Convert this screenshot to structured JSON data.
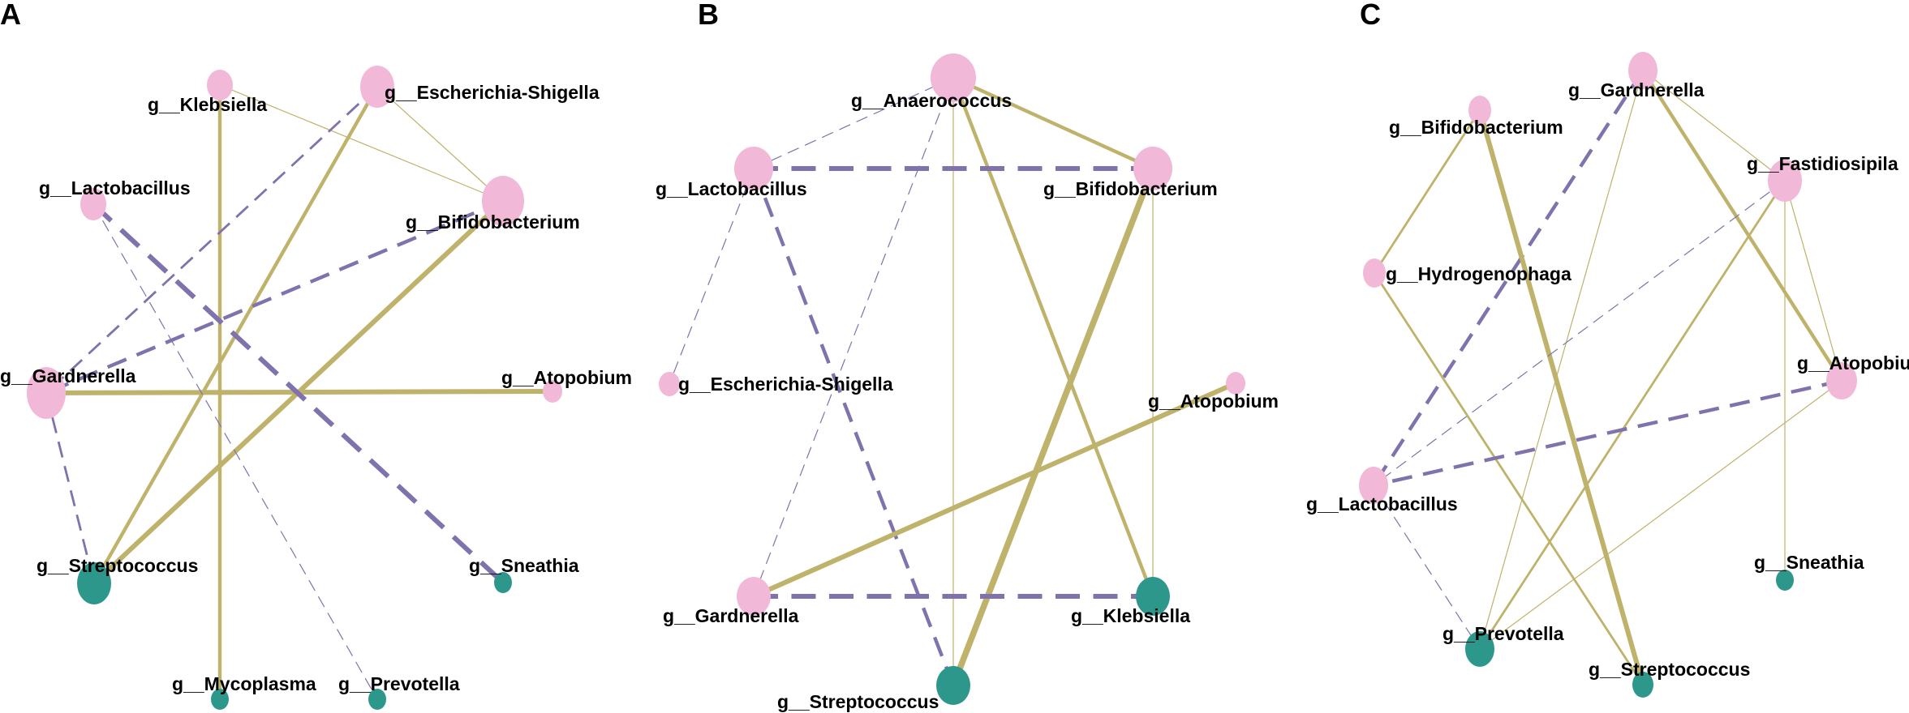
{
  "colors": {
    "positive_edge": "#bfb26b",
    "negative_edge": "#7f72ad",
    "node_pink": "#f2b8d8",
    "node_teal": "#2e978b"
  },
  "panels": [
    {
      "id": "A",
      "letter": "A",
      "nodes": [
        {
          "id": "klebsiella",
          "label": "g__Klebsiella",
          "color": "pink"
        },
        {
          "id": "escherichia",
          "label": "g__Escherichia-Shigella",
          "color": "pink"
        },
        {
          "id": "lactobacillus",
          "label": "g__Lactobacillus",
          "color": "pink"
        },
        {
          "id": "bifidobacterium",
          "label": "g__Bifidobacterium",
          "color": "pink"
        },
        {
          "id": "gardnerella",
          "label": "g__Gardnerella",
          "color": "pink"
        },
        {
          "id": "atopobium",
          "label": "g__Atopobium",
          "color": "pink"
        },
        {
          "id": "streptococcus",
          "label": "g__Streptococcus",
          "color": "teal"
        },
        {
          "id": "sneathia",
          "label": "g__Sneathia",
          "color": "teal"
        },
        {
          "id": "mycoplasma",
          "label": "g__Mycoplasma",
          "color": "teal"
        },
        {
          "id": "prevotella",
          "label": "g__Prevotella",
          "color": "teal"
        }
      ],
      "edges": [
        {
          "source": "klebsiella",
          "target": "mycoplasma",
          "type": "positive",
          "weight": 3
        },
        {
          "source": "klebsiella",
          "target": "bifidobacterium",
          "type": "positive",
          "weight": 1
        },
        {
          "source": "escherichia",
          "target": "bifidobacterium",
          "type": "positive",
          "weight": 1
        },
        {
          "source": "escherichia",
          "target": "streptococcus",
          "type": "positive",
          "weight": 3
        },
        {
          "source": "escherichia",
          "target": "gardnerella",
          "type": "negative",
          "weight": 2
        },
        {
          "source": "bifidobacterium",
          "target": "streptococcus",
          "type": "positive",
          "weight": 4
        },
        {
          "source": "bifidobacterium",
          "target": "gardnerella",
          "type": "negative",
          "weight": 3
        },
        {
          "source": "gardnerella",
          "target": "atopobium",
          "type": "positive",
          "weight": 4
        },
        {
          "source": "gardnerella",
          "target": "streptococcus",
          "type": "negative",
          "weight": 2
        },
        {
          "source": "lactobacillus",
          "target": "sneathia",
          "type": "negative",
          "weight": 4
        },
        {
          "source": "lactobacillus",
          "target": "prevotella",
          "type": "negative",
          "weight": 1
        }
      ]
    },
    {
      "id": "B",
      "letter": "B",
      "nodes": [
        {
          "id": "anaerococcus",
          "label": "g__Anaerococcus",
          "color": "pink"
        },
        {
          "id": "lactobacillus",
          "label": "g__Lactobacillus",
          "color": "pink"
        },
        {
          "id": "bifidobacterium",
          "label": "g__Bifidobacterium",
          "color": "pink"
        },
        {
          "id": "escherichia",
          "label": "g__Escherichia-Shigella",
          "color": "pink"
        },
        {
          "id": "atopobium",
          "label": "g__Atopobium",
          "color": "pink"
        },
        {
          "id": "gardnerella",
          "label": "g__Gardnerella",
          "color": "pink"
        },
        {
          "id": "klebsiella",
          "label": "g__Klebsiella",
          "color": "teal"
        },
        {
          "id": "streptococcus",
          "label": "g__Streptococcus",
          "color": "teal"
        }
      ],
      "edges": [
        {
          "source": "anaerococcus",
          "target": "lactobacillus",
          "type": "negative",
          "weight": 1
        },
        {
          "source": "anaerococcus",
          "target": "bifidobacterium",
          "type": "positive",
          "weight": 3
        },
        {
          "source": "anaerococcus",
          "target": "gardnerella",
          "type": "negative",
          "weight": 1
        },
        {
          "source": "anaerococcus",
          "target": "streptococcus",
          "type": "positive",
          "weight": 1
        },
        {
          "source": "anaerococcus",
          "target": "klebsiella",
          "type": "positive",
          "weight": 3
        },
        {
          "source": "lactobacillus",
          "target": "bifidobacterium",
          "type": "negative",
          "weight": 4
        },
        {
          "source": "lactobacillus",
          "target": "escherichia",
          "type": "negative",
          "weight": 1
        },
        {
          "source": "lactobacillus",
          "target": "streptococcus",
          "type": "negative",
          "weight": 3
        },
        {
          "source": "bifidobacterium",
          "target": "streptococcus",
          "type": "positive",
          "weight": 5
        },
        {
          "source": "bifidobacterium",
          "target": "klebsiella",
          "type": "positive",
          "weight": 1
        },
        {
          "source": "atopobium",
          "target": "gardnerella",
          "type": "positive",
          "weight": 4
        },
        {
          "source": "gardnerella",
          "target": "klebsiella",
          "type": "negative",
          "weight": 4
        }
      ]
    },
    {
      "id": "C",
      "letter": "C",
      "nodes": [
        {
          "id": "gardnerella",
          "label": "g__Gardnerella",
          "color": "pink"
        },
        {
          "id": "bifidobacterium",
          "label": "g__Bifidobacterium",
          "color": "pink"
        },
        {
          "id": "fastidiosipila",
          "label": "g__Fastidiosipila",
          "color": "pink"
        },
        {
          "id": "hydrogenophaga",
          "label": "g__Hydrogenophaga",
          "color": "pink"
        },
        {
          "id": "atopobium",
          "label": "g__Atopobium",
          "color": "pink"
        },
        {
          "id": "lactobacillus",
          "label": "g__Lactobacillus",
          "color": "pink"
        },
        {
          "id": "sneathia",
          "label": "g__Sneathia",
          "color": "teal"
        },
        {
          "id": "prevotella",
          "label": "g__Prevotella",
          "color": "teal"
        },
        {
          "id": "streptococcus",
          "label": "g__Streptococcus",
          "color": "teal"
        }
      ],
      "edges": [
        {
          "source": "gardnerella",
          "target": "lactobacillus",
          "type": "negative",
          "weight": 3
        },
        {
          "source": "gardnerella",
          "target": "atopobium",
          "type": "positive",
          "weight": 3
        },
        {
          "source": "gardnerella",
          "target": "fastidiosipila",
          "type": "positive",
          "weight": 1
        },
        {
          "source": "gardnerella",
          "target": "prevotella",
          "type": "positive",
          "weight": 1
        },
        {
          "source": "bifidobacterium",
          "target": "hydrogenophaga",
          "type": "positive",
          "weight": 2
        },
        {
          "source": "bifidobacterium",
          "target": "streptococcus",
          "type": "positive",
          "weight": 4
        },
        {
          "source": "fastidiosipila",
          "target": "lactobacillus",
          "type": "negative",
          "weight": 1
        },
        {
          "source": "fastidiosipila",
          "target": "atopobium",
          "type": "positive",
          "weight": 1
        },
        {
          "source": "fastidiosipila",
          "target": "prevotella",
          "type": "positive",
          "weight": 2
        },
        {
          "source": "fastidiosipila",
          "target": "sneathia",
          "type": "positive",
          "weight": 1
        },
        {
          "source": "hydrogenophaga",
          "target": "streptococcus",
          "type": "positive",
          "weight": 2
        },
        {
          "source": "atopobium",
          "target": "lactobacillus",
          "type": "negative",
          "weight": 3
        },
        {
          "source": "atopobium",
          "target": "prevotella",
          "type": "positive",
          "weight": 1
        },
        {
          "source": "lactobacillus",
          "target": "prevotella",
          "type": "negative",
          "weight": 1
        }
      ]
    }
  ]
}
